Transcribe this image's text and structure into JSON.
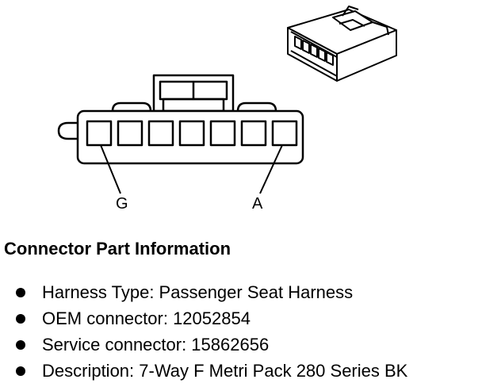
{
  "diagram": {
    "pin_labels": {
      "left": "G",
      "right": "A"
    },
    "pin_count": 7
  },
  "section": {
    "title": "Connector Part Information"
  },
  "info_items": [
    {
      "label": "Harness Type",
      "value": "Passenger Seat Harness",
      "text": "Harness Type: Passenger Seat Harness"
    },
    {
      "label": "OEM connector",
      "value": "12052854",
      "text": "OEM connector: 12052854"
    },
    {
      "label": "Service connector",
      "value": "15862656",
      "text": "Service connector: 15862656"
    },
    {
      "label": "Description",
      "value": "7-Way F Metri Pack 280 Series BK",
      "text": "Description: 7-Way F Metri Pack 280 Series BK"
    }
  ]
}
